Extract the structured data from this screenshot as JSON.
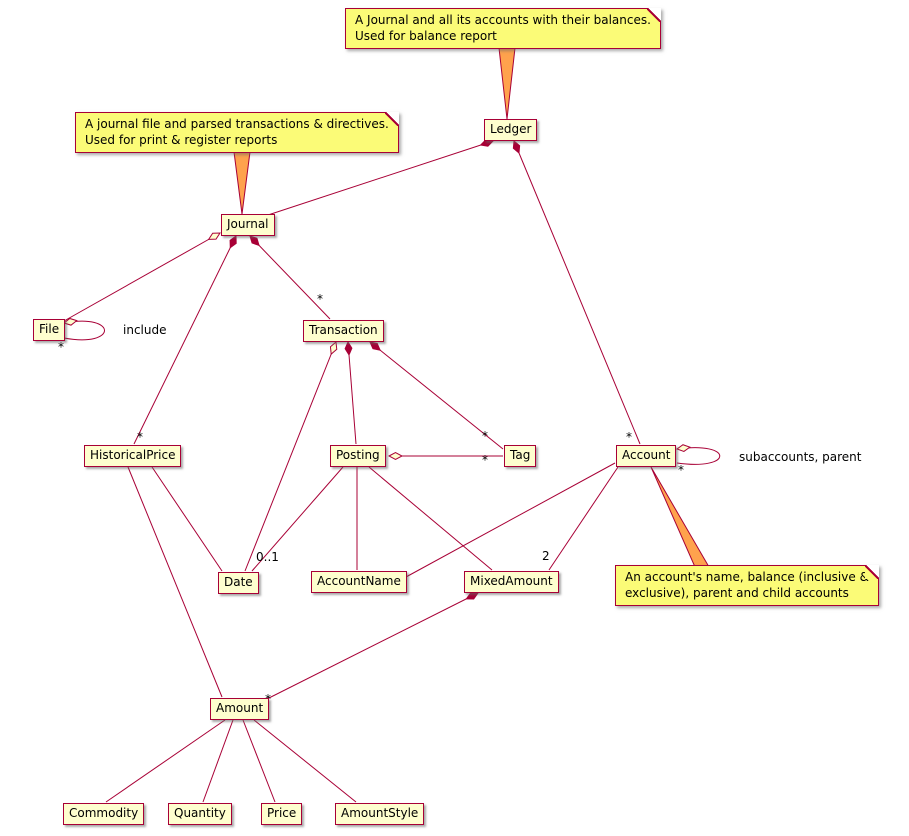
{
  "classes": {
    "ledger": "Ledger",
    "journal": "Journal",
    "file": "File",
    "transaction": "Transaction",
    "historical_price": "HistoricalPrice",
    "posting": "Posting",
    "tag": "Tag",
    "account": "Account",
    "date": "Date",
    "account_name": "AccountName",
    "mixed_amount": "MixedAmount",
    "amount": "Amount",
    "commodity": "Commodity",
    "quantity": "Quantity",
    "price": "Price",
    "amount_style": "AmountStyle"
  },
  "notes": {
    "ledger": "A Journal and all its accounts with their balances.\nUsed for balance report",
    "journal": "A journal file and parsed transactions & directives.\nUsed for print & register reports",
    "account": "An account's name, balance (inclusive &\nexclusive), parent and child accounts"
  },
  "edge_labels": {
    "include": "include",
    "subaccounts_parent": "subaccounts, parent",
    "many": "*",
    "zero_or_one": "0..1",
    "two": "2"
  },
  "colors": {
    "line_color": "#A80036",
    "class_fill": "#FEFECE",
    "note_fill": "#FBFB77",
    "note_link_fill": "#FFA24D",
    "background": "#FFFFFF"
  }
}
